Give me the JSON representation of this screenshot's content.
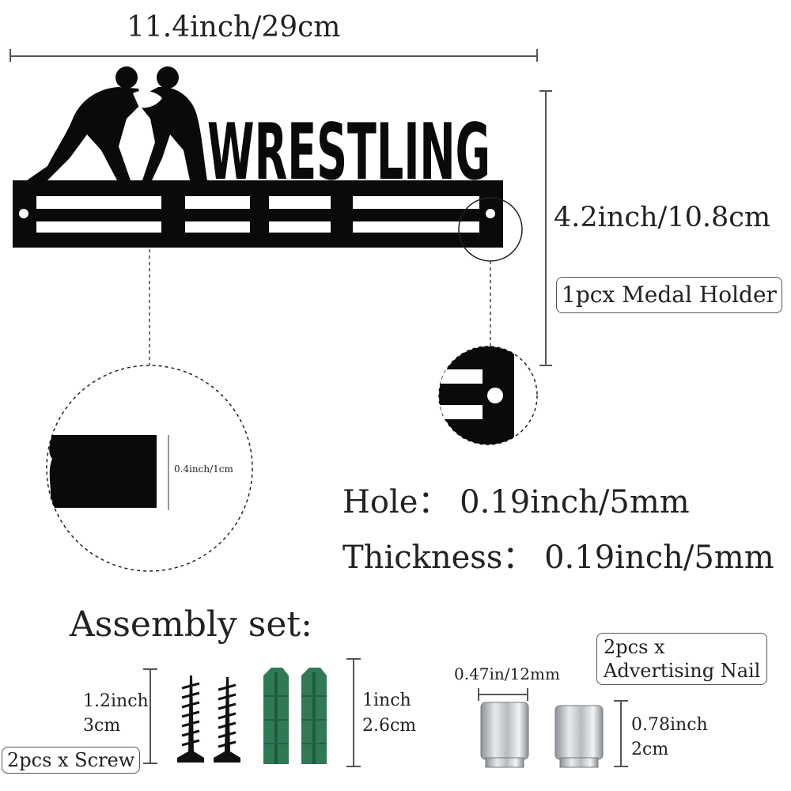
{
  "dimensions": {
    "width_label": "11.4inch/29cm",
    "height_label": "4.2inch/10.8cm",
    "product_label": "1pcx Medal Holder",
    "bar_thickness_label": "0.4inch/1cm"
  },
  "product": {
    "title": "WRESTLING"
  },
  "specs": {
    "hole": "Hole： 0.19inch/5mm",
    "thickness": "Thickness： 0.19inch/5mm"
  },
  "assembly": {
    "heading": "Assembly set:",
    "screw_length_line1": "1.2inch",
    "screw_length_line2": "3cm",
    "screw_label": "2pcs x Screw",
    "anchor_length_line1": "1inch",
    "anchor_length_line2": "2.6cm",
    "nail_diameter": "0.47in/12mm",
    "nail_label_line1": "2pcs x",
    "nail_label_line2": "Advertising Nail",
    "nail_height_line1": "0.78inch",
    "nail_height_line2": "2cm"
  },
  "colors": {
    "metal": "#0a0a0a",
    "anchor_green": "#2f7a55",
    "dimension_line": "#555555",
    "steel": "#c8ccd0"
  }
}
